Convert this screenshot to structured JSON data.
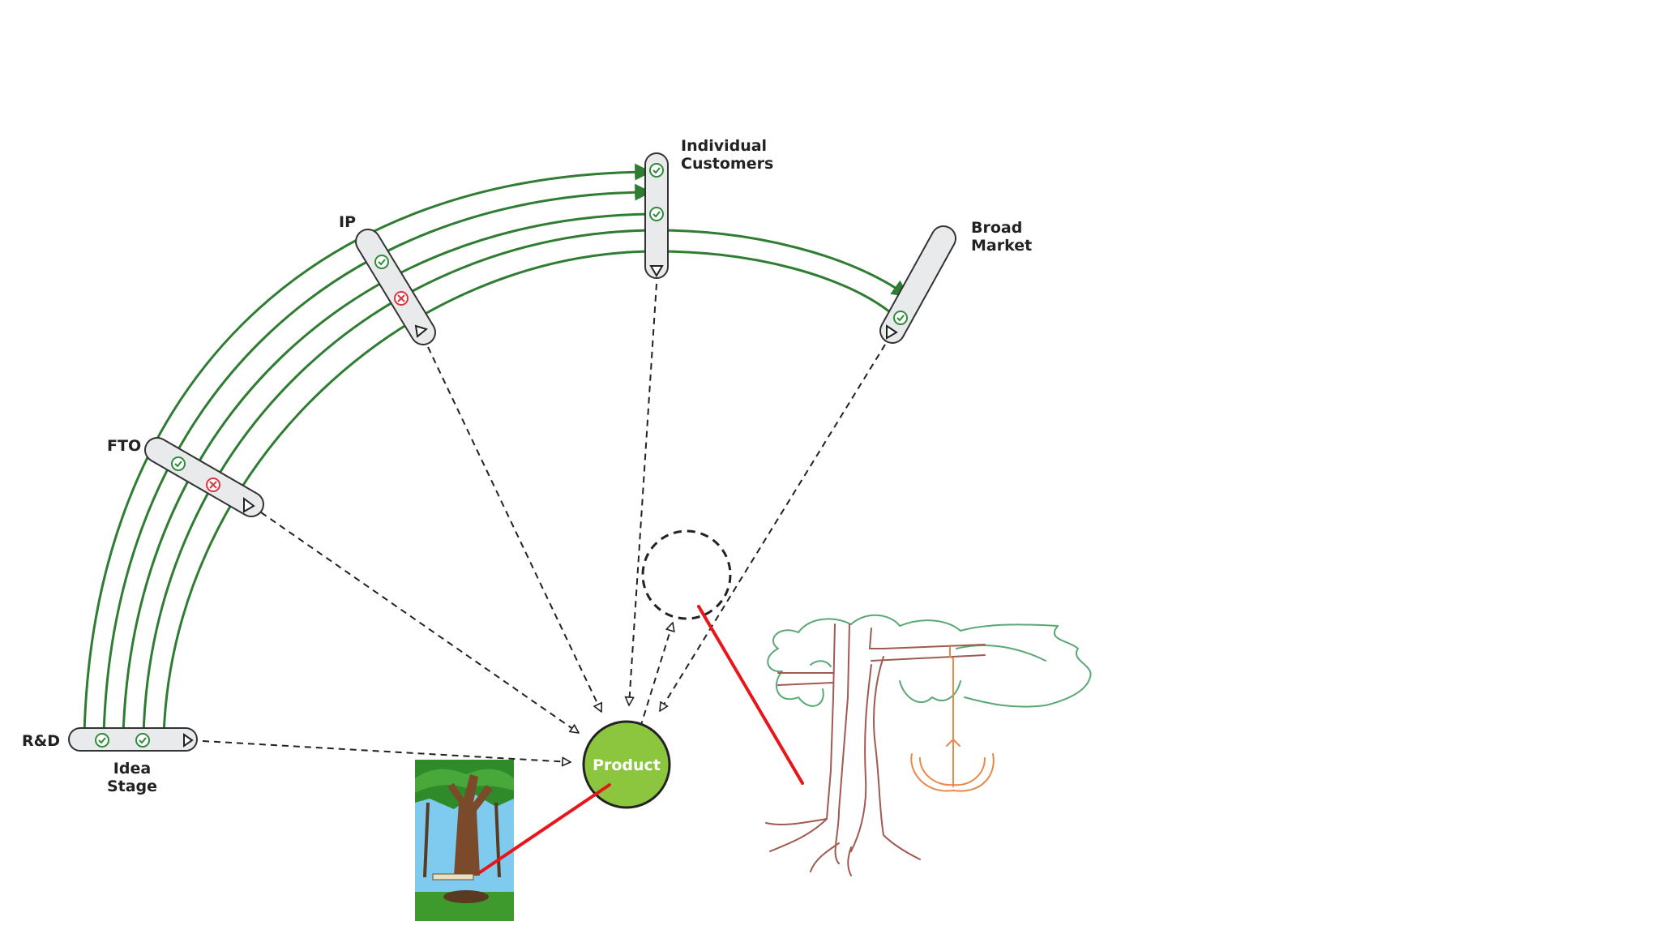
{
  "diagram": {
    "stages": {
      "rd": "R&D",
      "idea_line1": "Idea",
      "idea_line2": "Stage",
      "fto": "FTO",
      "ip": "IP",
      "individual_line1": "Individual",
      "individual_line2": "Customers",
      "broad_line1": "Broad",
      "broad_line2": "Market"
    },
    "product": "Product"
  },
  "colors": {
    "path_green": "#2e7d32",
    "check_green": "#2e8b3a",
    "reject_red": "#d9363e",
    "product_green": "#8cc63f",
    "annotation_red": "#e8161b",
    "tree_trunk": "#a05a50",
    "tree_leaves": "#5aa874",
    "anchor_orange": "#e8894a"
  },
  "icons": [
    "check-icon",
    "cross-icon",
    "play-triangle-icon",
    "tree-swing-cartoon",
    "hand-drawn-tree-sketch",
    "hand-drawn-anchor-sketch"
  ]
}
